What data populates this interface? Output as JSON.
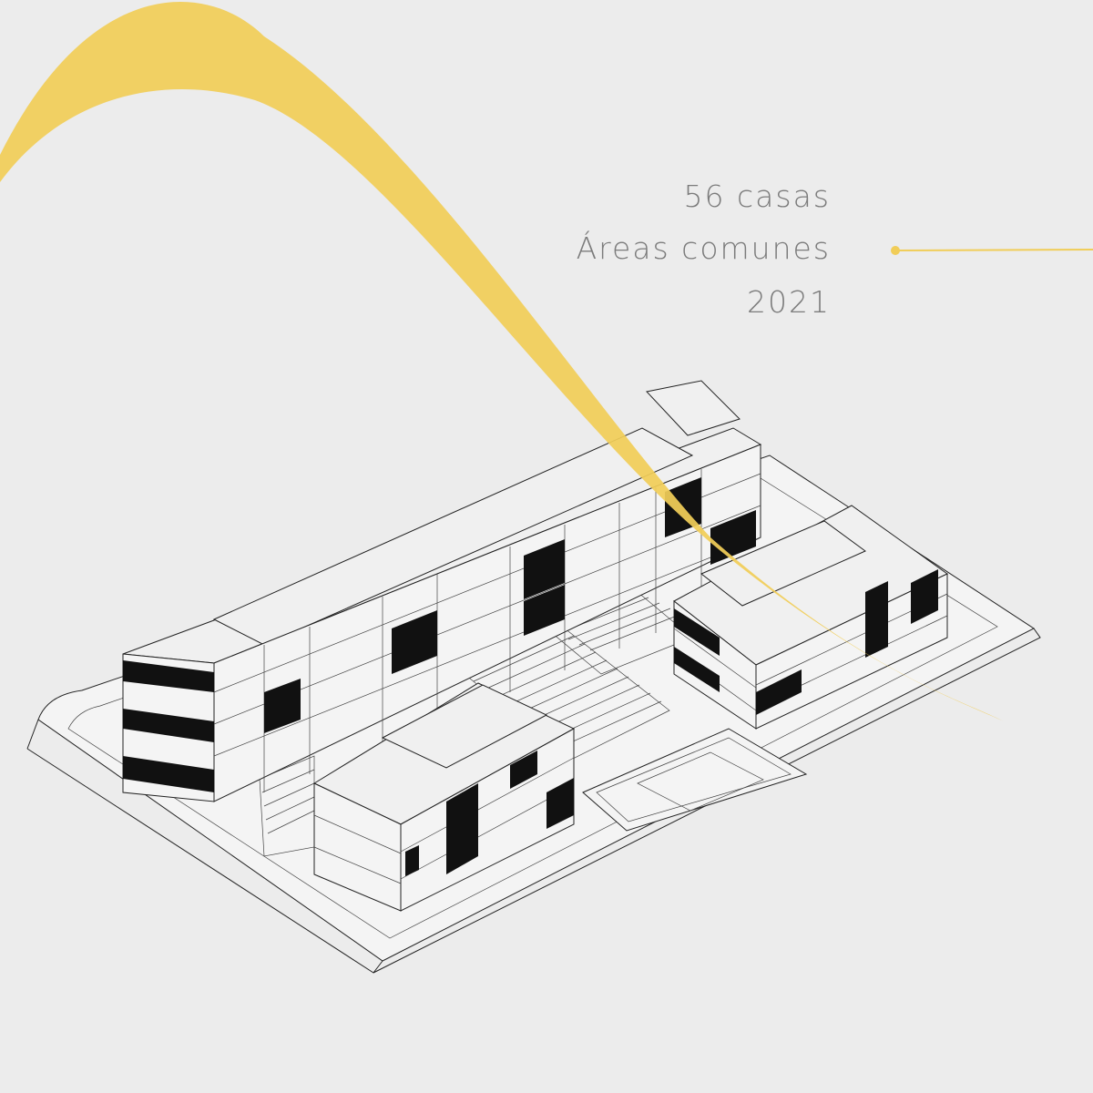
{
  "captions": {
    "line1": "56 casas",
    "line2": "Áreas comunes",
    "line3": "2021"
  },
  "colors": {
    "background": "#ececec",
    "accent_yellow": "#f1cd58",
    "text_gray": "#7b7b7b",
    "line_ink": "#222222"
  },
  "icons": {
    "accent_pointer": "dot-line-pointer"
  }
}
